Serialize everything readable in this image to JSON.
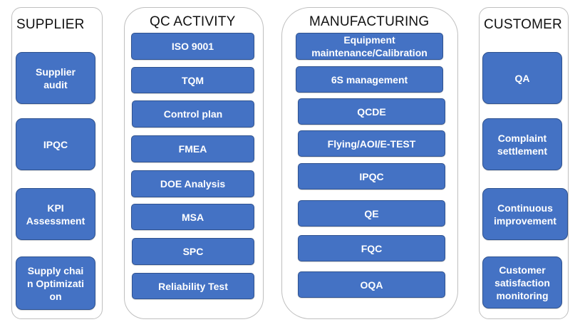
{
  "supplier": {
    "title": "SUPPLIER",
    "items": [
      "Supplier audit",
      "IPQC",
      "KPI Assessment",
      "Supply chain Optimization"
    ]
  },
  "qc_activity": {
    "title": "QC ACTIVITY",
    "items": [
      "ISO 9001",
      "TQM",
      "Control plan",
      "FMEA",
      "DOE Analysis",
      "MSA",
      "SPC",
      "Reliability Test"
    ]
  },
  "manufacturing": {
    "title": "MANUFACTURING",
    "items": [
      "Equipment maintenance/Calibration",
      "6S management",
      "QCDE",
      "Flying/AOI/E-TEST",
      "IPQC",
      "QE",
      "FQC",
      "OQA"
    ]
  },
  "customer": {
    "title": "CUSTOMER",
    "items": [
      "QA",
      "Complaint settlement",
      "Continuous improvement",
      "Customer satisfaction monitoring"
    ]
  },
  "colors": {
    "box_fill": "#4472c4",
    "box_border": "#2f528f",
    "panel_border": "#bfbfbf"
  }
}
